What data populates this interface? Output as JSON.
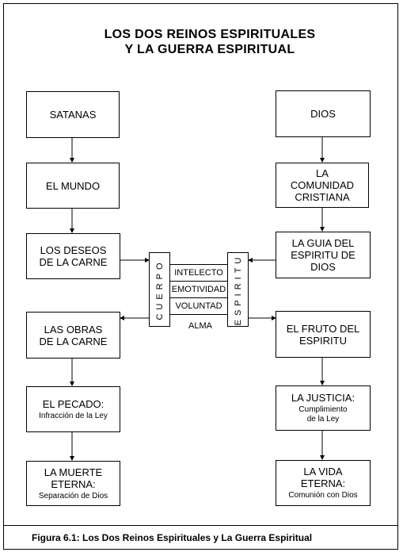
{
  "title": {
    "line1": "LOS DOS REINOS ESPIRITUALES",
    "line2": "Y LA GUERRA ESPIRITUAL"
  },
  "left_column": [
    {
      "id": "satanas",
      "label": "SATANAS"
    },
    {
      "id": "mundo",
      "label": "EL MUNDO"
    },
    {
      "id": "deseos",
      "label": "LOS DESEOS\nDE LA CARNE"
    },
    {
      "id": "obras",
      "label": "LAS OBRAS\nDE LA CARNE"
    },
    {
      "id": "pecado",
      "label": "EL PECADO:",
      "sub": "Infracción de la Ley"
    },
    {
      "id": "muerte",
      "label": "LA MUERTE\nETERNA:",
      "sub": "Separación de Dios"
    }
  ],
  "right_column": [
    {
      "id": "dios",
      "label": "DIOS"
    },
    {
      "id": "comunidad",
      "label": "LA\nCOMUNIDAD\nCRISTIANA"
    },
    {
      "id": "guia",
      "label": "LA GUIA DEL\nESPIRITU DE\nDIOS"
    },
    {
      "id": "fruto",
      "label": "EL FRUTO DEL\nESPIRITU"
    },
    {
      "id": "justicia",
      "label": "LA JUSTICIA:",
      "sub": "Cumplimiento\nde la Ley"
    },
    {
      "id": "vida",
      "label": "LA VIDA\nETERNA:",
      "sub": "Comunión con Dios"
    }
  ],
  "center": {
    "cuerpo": "CUERPO",
    "espiritu": "ESPIRITU",
    "faculties": [
      "INTELECTO",
      "EMOTIVIDAD",
      "VOLUNTAD"
    ],
    "alma": "ALMA"
  },
  "caption": "Figura 6.1:  Los Dos Reinos Espirituales y La Guerra Espiritual"
}
